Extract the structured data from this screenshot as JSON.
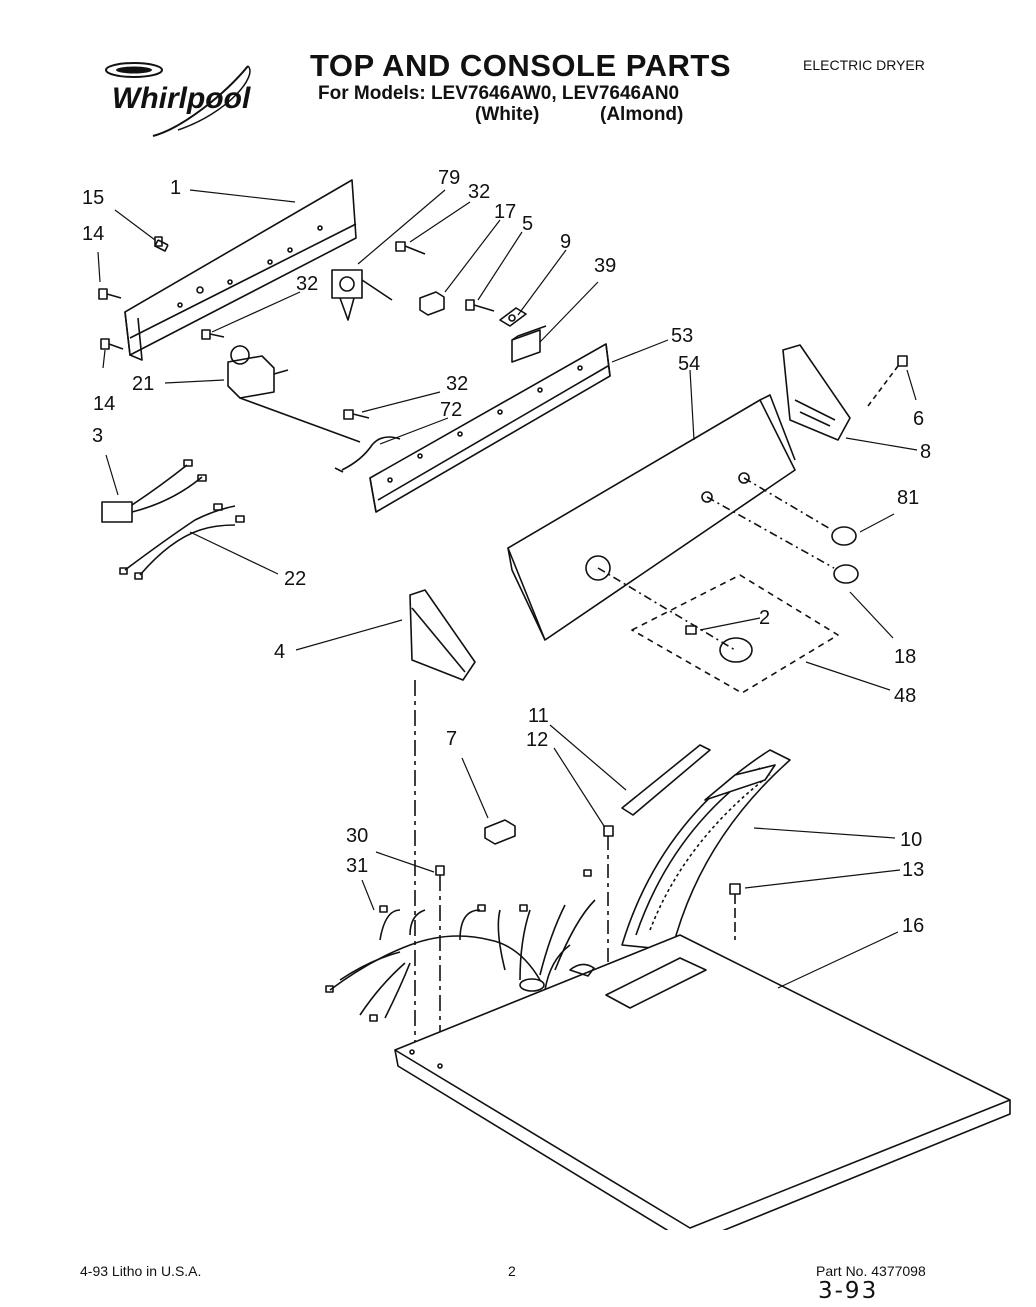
{
  "header": {
    "brand": "Whirlpool",
    "title": "TOP AND CONSOLE PARTS",
    "models": "For Models: LEV7646AW0, LEV7646AN0",
    "color_white": "(White)",
    "color_almond": "(Almond)",
    "product": "ELECTRIC DRYER"
  },
  "diagram": {
    "parts": [
      {
        "id": "p1",
        "label": "1"
      },
      {
        "id": "p15",
        "label": "15"
      },
      {
        "id": "p14a",
        "label": "14"
      },
      {
        "id": "p14b",
        "label": "14"
      },
      {
        "id": "p32a",
        "label": "32"
      },
      {
        "id": "p32b",
        "label": "32"
      },
      {
        "id": "p32c",
        "label": "32"
      },
      {
        "id": "p79",
        "label": "79"
      },
      {
        "id": "p17",
        "label": "17"
      },
      {
        "id": "p5",
        "label": "5"
      },
      {
        "id": "p9",
        "label": "9"
      },
      {
        "id": "p39",
        "label": "39"
      },
      {
        "id": "p21",
        "label": "21"
      },
      {
        "id": "p72",
        "label": "72"
      },
      {
        "id": "p3",
        "label": "3"
      },
      {
        "id": "p22",
        "label": "22"
      },
      {
        "id": "p53",
        "label": "53"
      },
      {
        "id": "p54",
        "label": "54"
      },
      {
        "id": "p6",
        "label": "6"
      },
      {
        "id": "p8",
        "label": "8"
      },
      {
        "id": "p81",
        "label": "81"
      },
      {
        "id": "p18",
        "label": "18"
      },
      {
        "id": "p2",
        "label": "2"
      },
      {
        "id": "p48",
        "label": "48"
      },
      {
        "id": "p4",
        "label": "4"
      },
      {
        "id": "p11",
        "label": "11"
      },
      {
        "id": "p12",
        "label": "12"
      },
      {
        "id": "p7",
        "label": "7"
      },
      {
        "id": "p10",
        "label": "10"
      },
      {
        "id": "p13",
        "label": "13"
      },
      {
        "id": "p30",
        "label": "30"
      },
      {
        "id": "p31",
        "label": "31"
      },
      {
        "id": "p16",
        "label": "16"
      }
    ]
  },
  "footer": {
    "litho": "4-93 Litho in U.S.A.",
    "page": "2",
    "part_no": "Part No. 4377098",
    "handwritten": "3-93"
  }
}
